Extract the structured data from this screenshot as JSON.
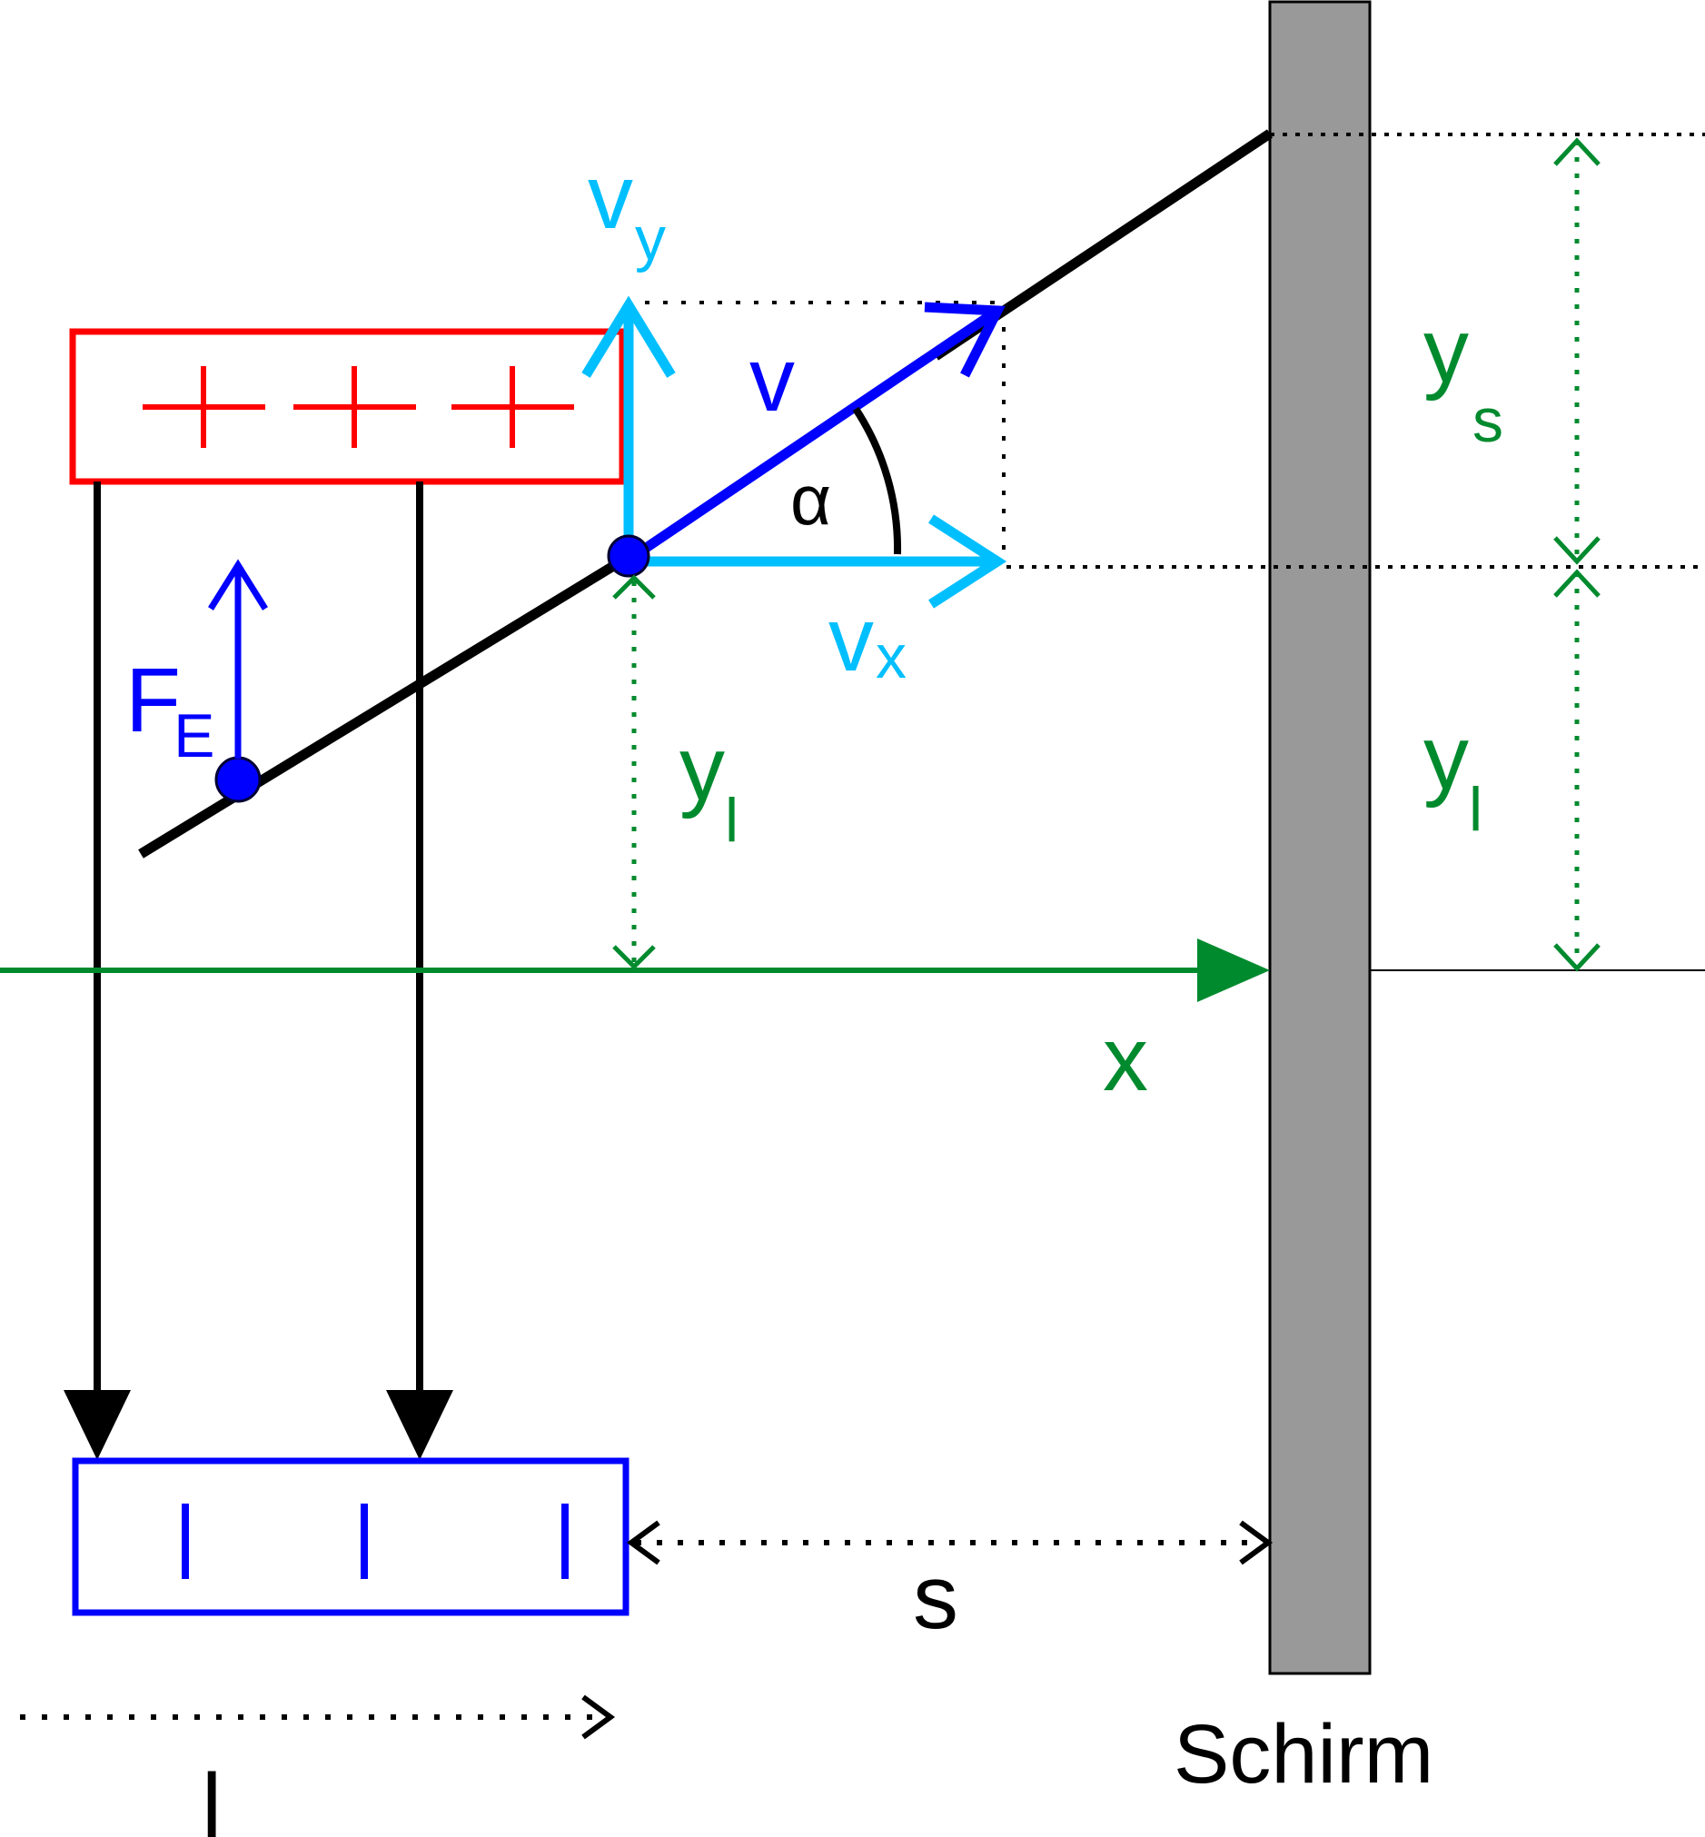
{
  "colors": {
    "positive_plate": "#ff0000",
    "negative_plate": "#0000ff",
    "trajectory": "#000000",
    "velocity": "#0000ff",
    "velocity_components": "#00bfff",
    "axis_and_distances": "#008a2e",
    "screen_fill": "#999999"
  },
  "plates": {
    "positive_symbols": [
      "+",
      "+",
      "+"
    ],
    "negative_symbols": [
      "|",
      "|",
      "|"
    ]
  },
  "labels": {
    "force_main": "F",
    "force_sub": "E",
    "velocity": "v",
    "vx_main": "v",
    "vx_sub": "x",
    "vy_main": "v",
    "vy_sub": "y",
    "angle": "α",
    "yl_main": "y",
    "yl_sub": "l",
    "ys_main": "y",
    "ys_sub": "s",
    "x_axis": "x",
    "distance_s": "s",
    "length_l": "l",
    "screen": "Schirm"
  }
}
